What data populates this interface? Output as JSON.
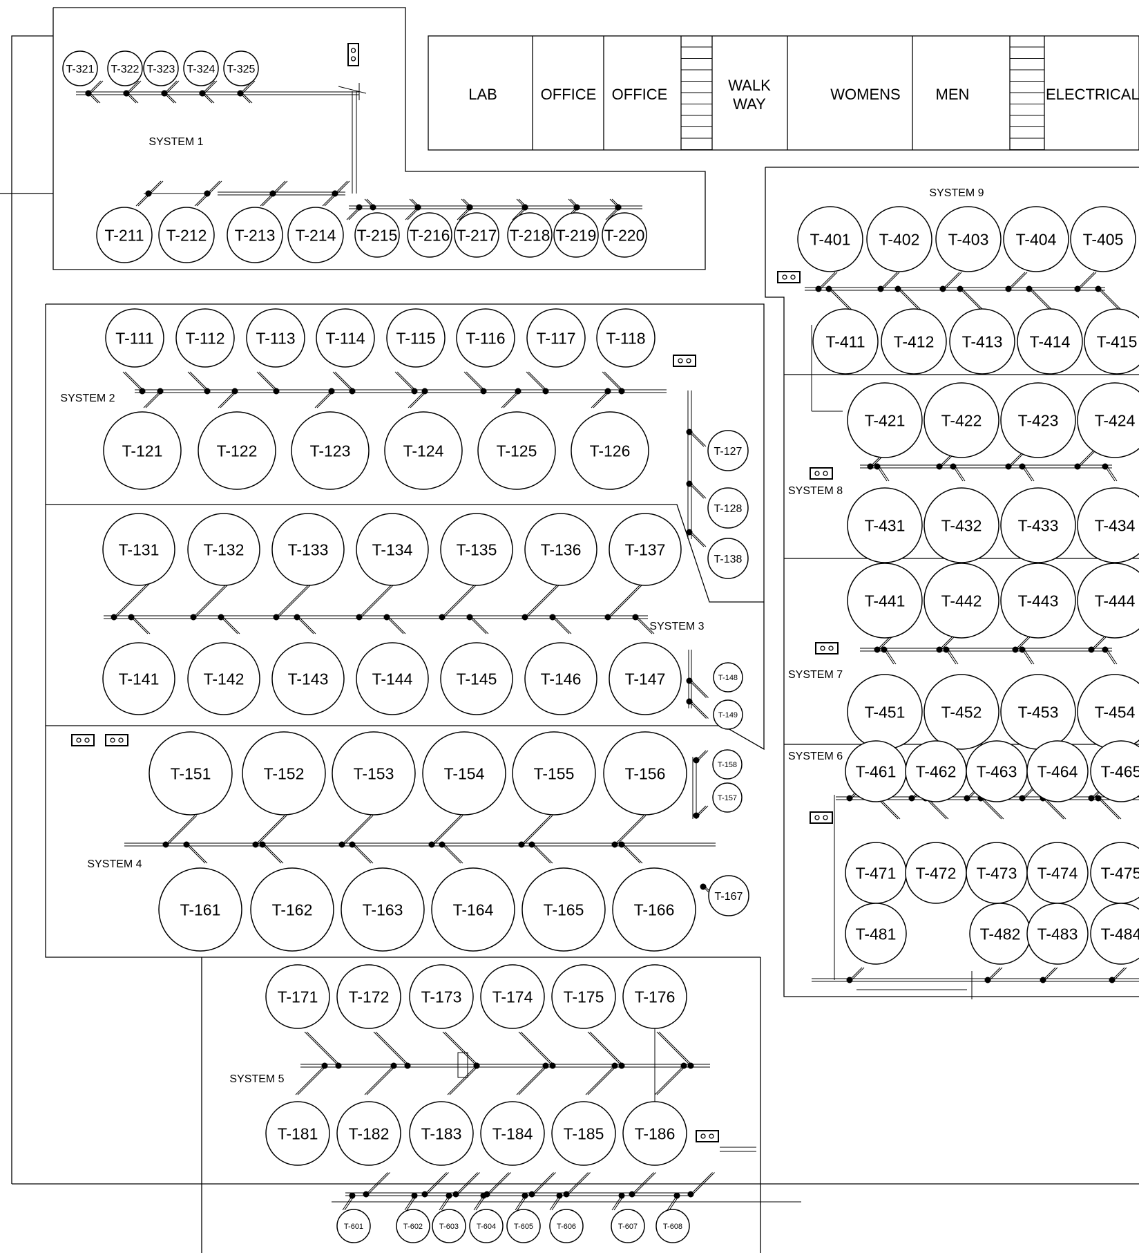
{
  "rooms": [
    "LAB",
    "OFFICE",
    "OFFICE",
    "WALK\nWAY",
    "WOMENS",
    "MEN",
    "ELECTRICAL"
  ],
  "systems": [
    "SYSTEM 1",
    "SYSTEM 2",
    "SYSTEM 3",
    "SYSTEM 4",
    "SYSTEM 5",
    "SYSTEM 6",
    "SYSTEM 7",
    "SYSTEM 8",
    "SYSTEM 9"
  ],
  "tanks": {
    "system1_small": [
      "T-321",
      "T-322",
      "T-323",
      "T-324",
      "T-325"
    ],
    "system1_large": [
      "T-211",
      "T-212",
      "T-213",
      "T-214",
      "T-215",
      "T-216",
      "T-217",
      "T-218",
      "T-219",
      "T-220"
    ],
    "system2_top": [
      "T-111",
      "T-112",
      "T-113",
      "T-114",
      "T-115",
      "T-116",
      "T-117",
      "T-118"
    ],
    "system2_bottom": [
      "T-121",
      "T-122",
      "T-123",
      "T-124",
      "T-125",
      "T-126"
    ],
    "system2_side": [
      "T-127",
      "T-128",
      "T-138"
    ],
    "system3_top": [
      "T-131",
      "T-132",
      "T-133",
      "T-134",
      "T-135",
      "T-136",
      "T-137"
    ],
    "system3_bottom": [
      "T-141",
      "T-142",
      "T-143",
      "T-144",
      "T-145",
      "T-146",
      "T-147"
    ],
    "system3_side": [
      "T-148",
      "T-149"
    ],
    "system4_top": [
      "T-151",
      "T-152",
      "T-153",
      "T-154",
      "T-155",
      "T-156"
    ],
    "system4_side": [
      "T-158",
      "T-157"
    ],
    "system4_bottom": [
      "T-161",
      "T-162",
      "T-163",
      "T-164",
      "T-165",
      "T-166"
    ],
    "system4_extra": [
      "T-167"
    ],
    "system5_top": [
      "T-171",
      "T-172",
      "T-173",
      "T-174",
      "T-175",
      "T-176"
    ],
    "system5_bottom": [
      "T-181",
      "T-182",
      "T-183",
      "T-184",
      "T-185",
      "T-186"
    ],
    "system6_row": [
      "T-601",
      "T-602",
      "T-603",
      "T-604",
      "T-605",
      "T-606",
      "T-607",
      "T-608"
    ],
    "system9_top": [
      "T-401",
      "T-402",
      "T-403",
      "T-404",
      "T-405"
    ],
    "system9_bottom": [
      "T-411",
      "T-412",
      "T-413",
      "T-414",
      "T-415"
    ],
    "system8_top": [
      "T-421",
      "T-422",
      "T-423",
      "T-424"
    ],
    "system8_bottom": [
      "T-431",
      "T-432",
      "T-433",
      "T-434"
    ],
    "system7_top": [
      "T-441",
      "T-442",
      "T-443",
      "T-444"
    ],
    "system7_bottom": [
      "T-451",
      "T-452",
      "T-453",
      "T-454"
    ],
    "system6_top": [
      "T-461",
      "T-462",
      "T-463",
      "T-464",
      "T-465"
    ],
    "system6_mid": [
      "T-471",
      "T-472",
      "T-473",
      "T-474",
      "T-475"
    ],
    "system6_bottom": [
      "T-481",
      "T-482",
      "T-483",
      "T-484"
    ]
  }
}
